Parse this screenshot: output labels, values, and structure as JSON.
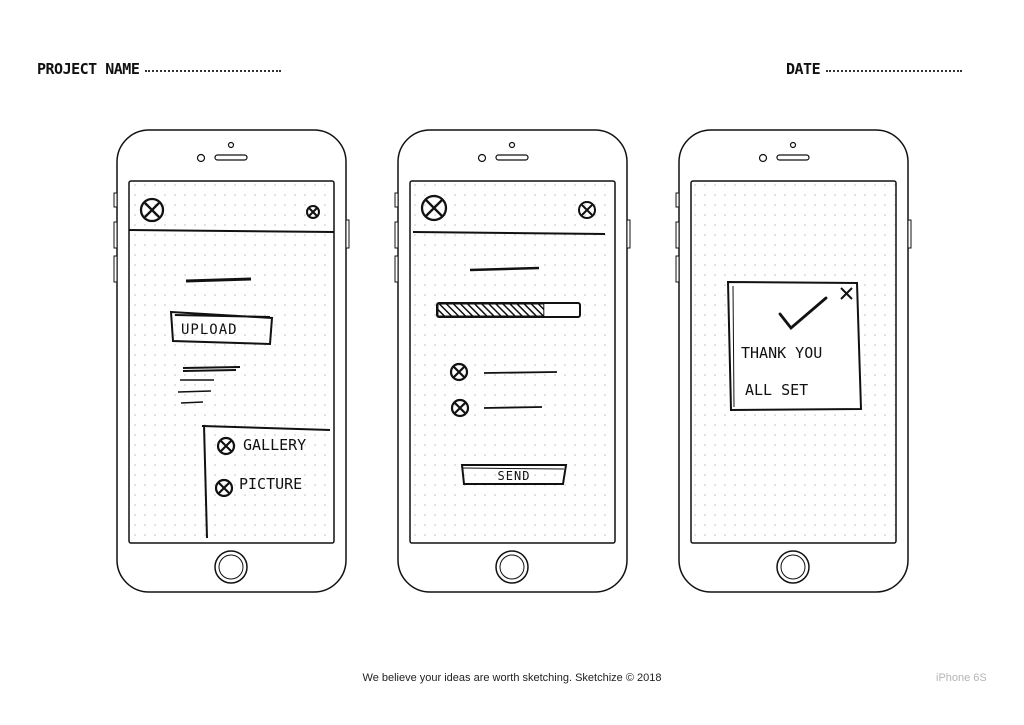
{
  "header": {
    "project_label": "PROJECT NAME",
    "date_label": "DATE"
  },
  "screens": {
    "upload": {
      "upload_label": "UPLOAD",
      "gallery_label": "GALLERY",
      "picture_label": "PICTURE"
    },
    "progress": {
      "send_label": "SEND"
    },
    "done": {
      "thank_you": "THANK YOU",
      "all_set": "ALL SET"
    }
  },
  "progress": {
    "fill": 0.75
  },
  "footer": {
    "text": "We believe your ideas are worth sketching. Sketchize © 2018",
    "model": "iPhone 6S"
  }
}
